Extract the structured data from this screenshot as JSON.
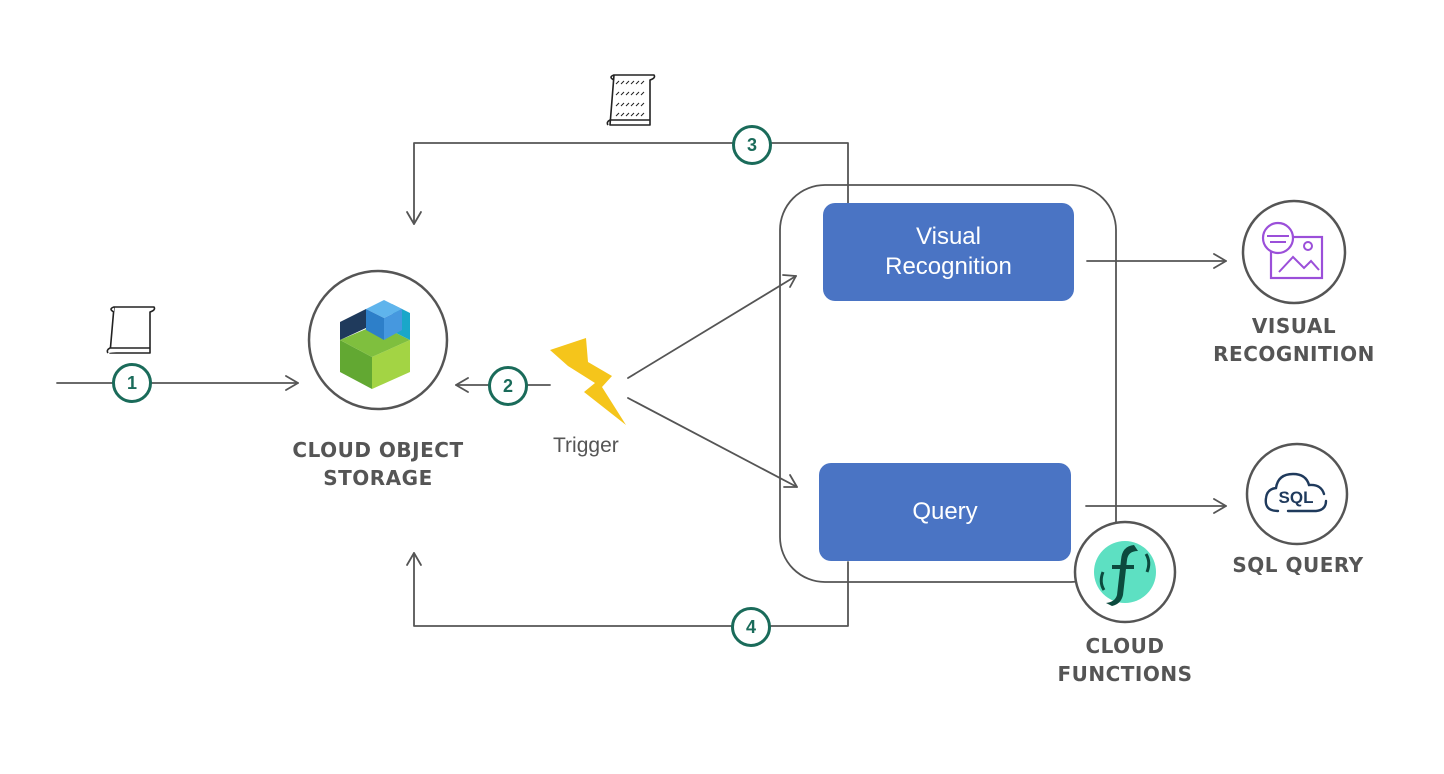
{
  "steps": [
    "1",
    "2",
    "3",
    "4"
  ],
  "trigger": {
    "label": "Trigger",
    "icon": "lightning-icon",
    "color": "#f5c51b"
  },
  "cloud_object_storage": {
    "label_line1": "CLOUD OBJECT",
    "label_line2": "STORAGE",
    "icon": "cloud-object-storage-icon"
  },
  "functions_group": {
    "visual_recognition_box": {
      "line1": "Visual",
      "line2": "Recognition"
    },
    "query_box": {
      "label": "Query"
    },
    "box_color": "#4a74c4"
  },
  "services": {
    "visual_recognition": {
      "label_line1": "VISUAL",
      "label_line2": "RECOGNITION",
      "icon": "visual-recognition-icon",
      "color": "#9b4fd9"
    },
    "sql_query": {
      "label": "SQL QUERY",
      "icon": "sql-query-icon",
      "icon_text": "SQL"
    },
    "cloud_functions": {
      "label_line1": "CLOUD",
      "label_line2": "FUNCTIONS",
      "icon": "cloud-functions-icon",
      "color": "#5de0c2"
    }
  },
  "icons": [
    "document-icon",
    "annotated-document-icon"
  ],
  "colors": {
    "step_ring": "#1a6b5a",
    "line": "#555555",
    "label": "#555555"
  }
}
